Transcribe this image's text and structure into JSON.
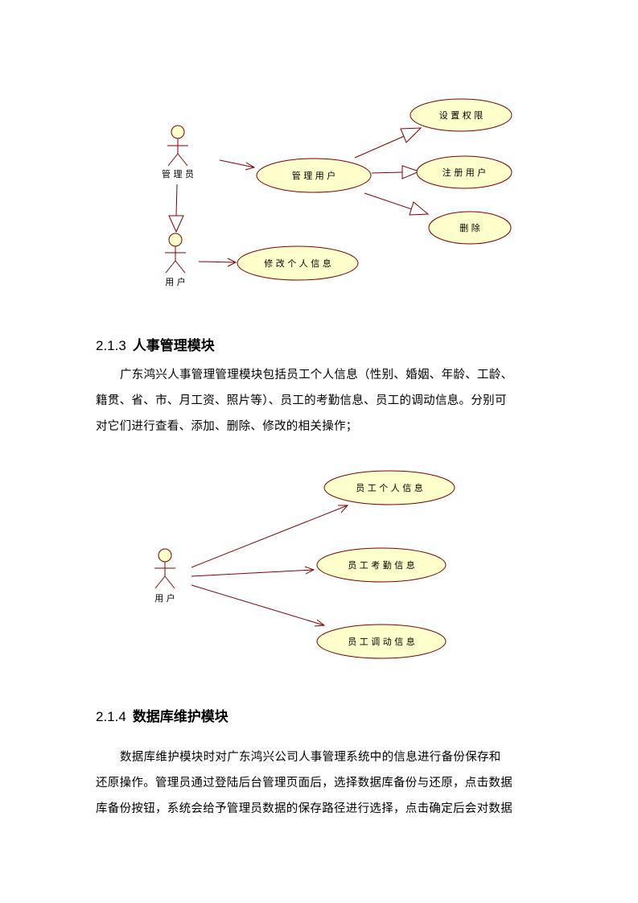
{
  "diagram1": {
    "actors": {
      "admin": "管 理 员",
      "user": "用 户"
    },
    "usecases": {
      "manage_users": "管 理 用 户",
      "set_permissions": "设 置 权 限",
      "register_user": "注 册 用 户",
      "delete": "删 除",
      "edit_info": "修 改 个 人 信 息"
    }
  },
  "section213": {
    "number": "2.1.3",
    "title": "人事管理模块",
    "paragraph_lines": [
      "广东鸿兴人事管理管理模块包括员工个人信息（性别、婚姻、年龄、工龄、",
      "籍贯、省、市、月工资、照片等）、员工的考勤信息、员工的调动信息。分别可",
      "对它们进行查看、添加、删除、修改的相关操作；"
    ]
  },
  "diagram2": {
    "actor": "用 户",
    "usecases": {
      "personal_info": "员 工 个 人 信 息",
      "attendance_info": "员 工 考 勤 信 息",
      "transfer_info": "员 工 调 动 信 息"
    }
  },
  "section214": {
    "number": "2.1.4",
    "title": "数据库维护模块",
    "paragraph_lines": [
      "数据库维护模块时对广东鸿兴公司人事管理系统中的信息进行备份保存和",
      "还原操作。管理员通过登陆后台管理页面后，选择数据库备份与还原，点击数据",
      "库备份按钮，系统会给予管理员数据的保存路径进行选择，点击确定后会对数据"
    ]
  },
  "colors": {
    "ellipse_fill": "#ffffcc",
    "stroke": "#800000",
    "page": "#ffffff"
  }
}
